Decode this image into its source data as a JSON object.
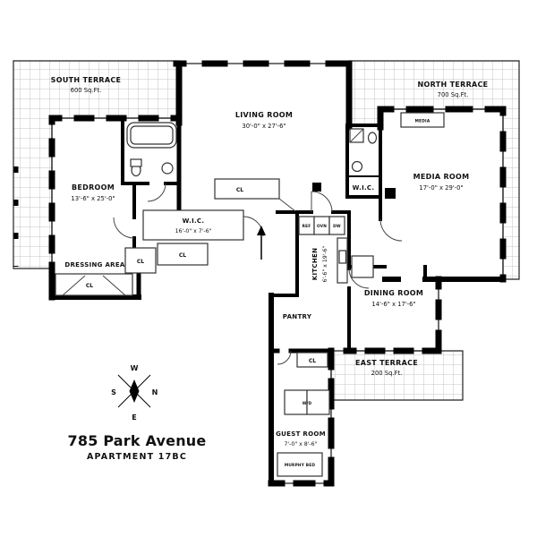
{
  "title_block": {
    "address": "785 Park Avenue",
    "apartment": "APARTMENT 17BC"
  },
  "compass": {
    "north": "N",
    "south": "S",
    "east": "E",
    "west": "W"
  },
  "rooms": {
    "south_terrace": {
      "name": "SOUTH TERRACE",
      "area": "600 Sq.Ft."
    },
    "north_terrace": {
      "name": "NORTH TERRACE",
      "area": "700 Sq.Ft."
    },
    "east_terrace": {
      "name": "EAST TERRACE",
      "area": "200 Sq.Ft."
    },
    "living_room": {
      "name": "LIVING ROOM",
      "dims": "30'-0\" x 27'-6\""
    },
    "bedroom": {
      "name": "BEDROOM",
      "dims": "13'-6\" x 25'-0\""
    },
    "media_room": {
      "name": "MEDIA ROOM",
      "dims": "17'-0\" x 29'-0\""
    },
    "wic_main": {
      "name": "W.I.C.",
      "dims": "16'-0\" x 7'-6\""
    },
    "wic_small": {
      "name": "W.I.C."
    },
    "dressing_area": {
      "name": "DRESSING AREA"
    },
    "kitchen": {
      "name": "KITCHEN",
      "dims": "6'-6\" x 19'-6\""
    },
    "dining_room": {
      "name": "DINING ROOM",
      "dims": "14'-6\" x 17'-6\""
    },
    "pantry": {
      "name": "PANTRY"
    },
    "guest_room": {
      "name": "GUEST ROOM",
      "dims": "7'-0\" x 8'-6\""
    }
  },
  "labels": {
    "closet": "CL",
    "media_cabinet": "MEDIA",
    "murphy_bed": "MURPHY BED",
    "refrigerator": "REF",
    "oven": "OVN",
    "dishwasher": "DW",
    "washer_dryer": "W/D"
  },
  "colors": {
    "wall": "#000000",
    "terrace_grid": "#c4c4c4",
    "background": "#ffffff"
  }
}
